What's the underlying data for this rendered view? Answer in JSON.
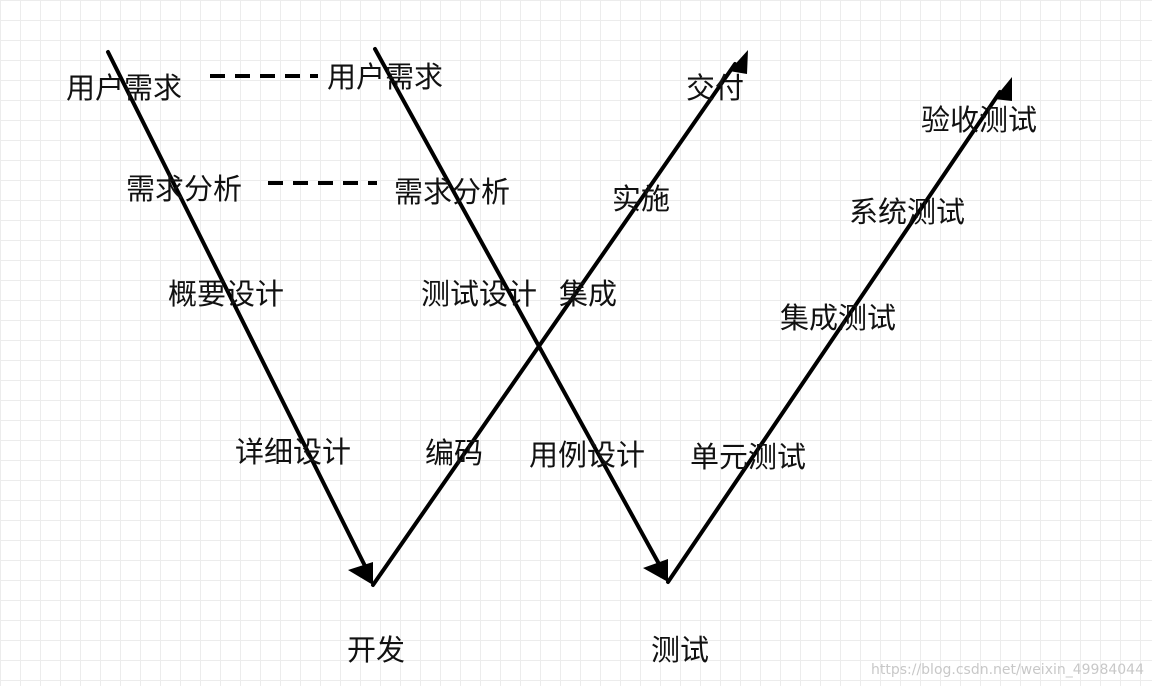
{
  "diagram": {
    "left_v": {
      "requirements": "用户需求",
      "analysis": "需求分析",
      "outline_design": "概要设计",
      "detailed_design": "详细设计"
    },
    "dev": {
      "coding": "编码",
      "integration": "集成",
      "implementation": "实施",
      "delivery": "交付",
      "bottom_label": "开发"
    },
    "test_design": {
      "requirements": "用户需求",
      "analysis": "需求分析",
      "test_design": "测试设计",
      "case_design": "用例设计"
    },
    "test_execution": {
      "unit": "单元测试",
      "integration": "集成测试",
      "system": "系统测试",
      "acceptance": "验收测试",
      "bottom_label": "测试"
    }
  },
  "watermark": "https://blog.csdn.net/weixin_49984044"
}
